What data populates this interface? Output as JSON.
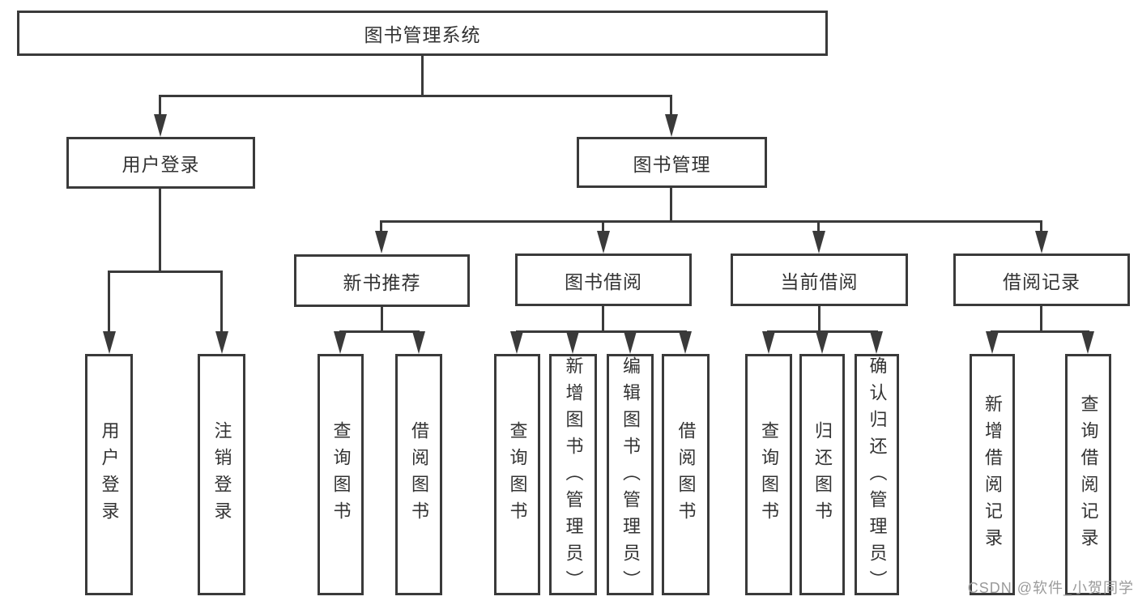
{
  "diagram": {
    "root": {
      "label": "图书管理系统"
    },
    "branches": [
      {
        "label": "用户登录",
        "children": [
          {
            "label": "用户登录"
          },
          {
            "label": "注销登录"
          }
        ]
      },
      {
        "label": "图书管理",
        "children": [
          {
            "label": "新书推荐",
            "children": [
              {
                "label": "查询图书"
              },
              {
                "label": "借阅图书"
              }
            ]
          },
          {
            "label": "图书借阅",
            "children": [
              {
                "label": "查询图书"
              },
              {
                "label": "新增图书（管理员）"
              },
              {
                "label": "编辑图书（管理员）"
              },
              {
                "label": "借阅图书"
              }
            ]
          },
          {
            "label": "当前借阅",
            "children": [
              {
                "label": "查询图书"
              },
              {
                "label": "归还图书"
              },
              {
                "label": "确认归还（管理员）"
              }
            ]
          },
          {
            "label": "借阅记录",
            "children": [
              {
                "label": "新增借阅记录"
              },
              {
                "label": "查询借阅记录"
              }
            ]
          }
        ]
      }
    ]
  },
  "watermark": {
    "text": "CSDN @软件_小贺同学"
  },
  "colors": {
    "line": "#3a3a3a",
    "box_border": "#3a3a3a",
    "text": "#333333",
    "watermark": "#9b9b9b",
    "background": "#ffffff"
  }
}
